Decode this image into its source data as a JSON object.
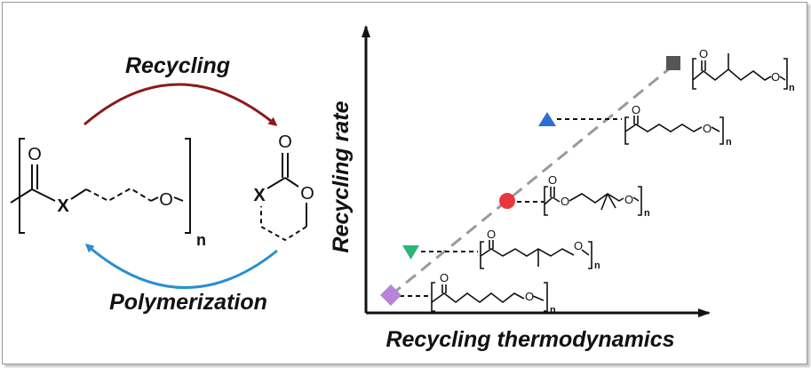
{
  "cycle": {
    "top_label": "Recycling",
    "bottom_label": "Polymerization",
    "top_arrow_color": "#8b1a1a",
    "bottom_arrow_color": "#2a8fd0",
    "polymer_atoms": {
      "carbonyl_o": "O",
      "x": "X",
      "ether_o": "O",
      "subscript": "n"
    },
    "monomer_atoms": {
      "carbonyl_o": "O",
      "x": "X",
      "ring_o": "O"
    }
  },
  "chart": {
    "ylabel": "Recycling rate",
    "xlabel": "Recycling thermodynamics",
    "markers": [
      {
        "shape": "diamond",
        "color": "#b784d8"
      },
      {
        "shape": "triangle-down",
        "color": "#2bb673"
      },
      {
        "shape": "circle",
        "color": "#e8383d"
      },
      {
        "shape": "triangle-up",
        "color": "#2a6fd6"
      },
      {
        "shape": "square",
        "color": "#555555"
      }
    ],
    "structures": [
      {
        "atoms": [
          "O",
          "O",
          "n"
        ]
      },
      {
        "atoms": [
          "O",
          "O",
          "n"
        ]
      },
      {
        "atoms": [
          "O",
          "O",
          "O",
          "n"
        ]
      },
      {
        "atoms": [
          "O",
          "O",
          "n"
        ]
      },
      {
        "atoms": [
          "O",
          "O",
          "n"
        ]
      }
    ]
  }
}
